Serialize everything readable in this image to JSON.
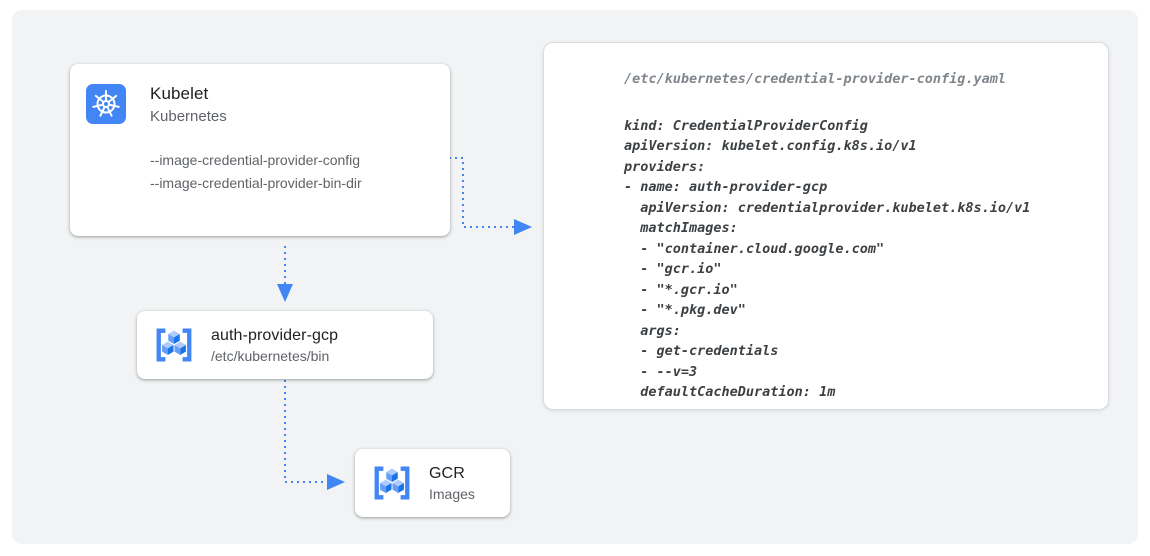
{
  "nodes": {
    "kubelet": {
      "title": "Kubelet",
      "subtitle": "Kubernetes",
      "flags": [
        "--image-credential-provider-config",
        "--image-credential-provider-bin-dir"
      ]
    },
    "auth_provider": {
      "title": "auth-provider-gcp",
      "subtitle": "/etc/kubernetes/bin"
    },
    "gcr": {
      "title": "GCR",
      "subtitle": "Images"
    }
  },
  "code_panel": {
    "path": "/etc/kubernetes/credential-provider-config.yaml",
    "lines": [
      "kind: CredentialProviderConfig",
      "apiVersion: kubelet.config.k8s.io/v1",
      "providers:",
      "- name: auth-provider-gcp",
      "  apiVersion: credentialprovider.kubelet.k8s.io/v1",
      "  matchImages:",
      "  - \"container.cloud.google.com\"",
      "  - \"gcr.io\"",
      "  - \"*.gcr.io\"",
      "  - \"*.pkg.dev\"",
      "  args:",
      "  - get-credentials",
      "  - --v=3",
      "  defaultCacheDuration: 1m"
    ]
  },
  "colors": {
    "arrow_blue": "#4285f4",
    "panel_gray": "#f1f3f4",
    "icon_blue": "#4285f4",
    "icon_light_blue": "#aecbfa",
    "code_text": "#3c4043",
    "code_path_text": "#80868b"
  },
  "icons": {
    "kubelet": "kubernetes-helm-icon",
    "auth_provider": "container-registry-icon",
    "gcr": "container-registry-icon"
  }
}
